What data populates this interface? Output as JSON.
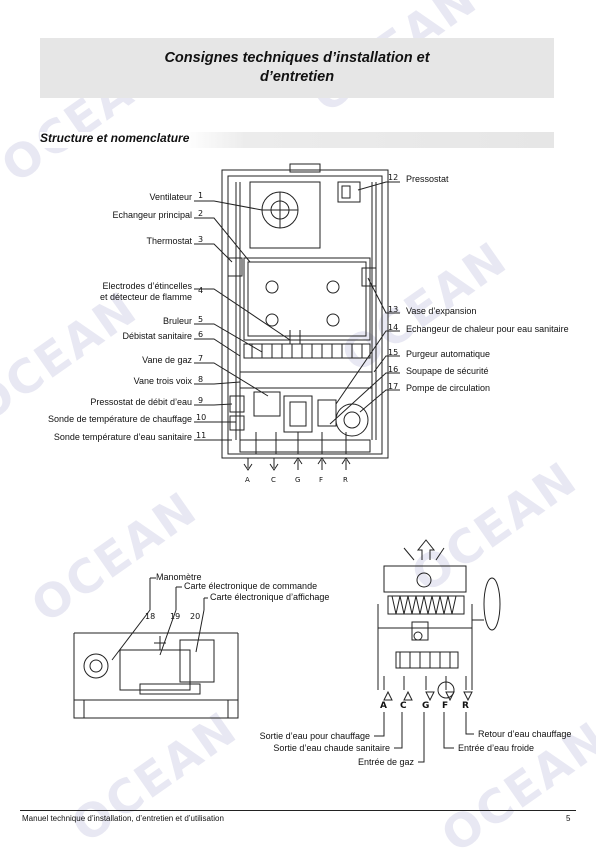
{
  "header": {
    "title_line1": "Consignes techniques d’installation et",
    "title_line2": "d’entretien"
  },
  "section": {
    "title": "Structure et nomenclature"
  },
  "watermark": {
    "text": "OCEAN"
  },
  "boiler": {
    "left_labels": [
      {
        "num": "1",
        "text": "Ventilateur"
      },
      {
        "num": "2",
        "text": "Echangeur principal"
      },
      {
        "num": "3",
        "text": "Thermostat"
      },
      {
        "num": "4",
        "text": "Electrodes d’étincelles"
      },
      {
        "num": "",
        "text": "et détecteur de flamme"
      },
      {
        "num": "5",
        "text": "Bruleur"
      },
      {
        "num": "6",
        "text": "Débistat sanitaire"
      },
      {
        "num": "7",
        "text": "Vane de gaz"
      },
      {
        "num": "8",
        "text": "Vane trois voix"
      },
      {
        "num": "9",
        "text": "Pressostat de débit d’eau"
      },
      {
        "num": "10",
        "text": "Sonde de température de chauffage"
      },
      {
        "num": "11",
        "text": "Sonde température d’eau sanitaire"
      }
    ],
    "right_labels": [
      {
        "num": "12",
        "text": "Pressostat"
      },
      {
        "num": "13",
        "text": "Vase d’expansion"
      },
      {
        "num": "14",
        "text": "Echangeur de chaleur pour eau sanitaire"
      },
      {
        "num": "15",
        "text": "Purgeur automatique"
      },
      {
        "num": "16",
        "text": "Soupape de sécurité"
      },
      {
        "num": "17",
        "text": "Pompe de circulation"
      }
    ],
    "pipes": [
      "A",
      "C",
      "G",
      "F",
      "R"
    ]
  },
  "panel": {
    "labels": [
      {
        "num": "18",
        "text": "Manomètre"
      },
      {
        "num": "19",
        "text": "Carte électronique de commande"
      },
      {
        "num": "20",
        "text": "Carte électronique d’affichage"
      }
    ]
  },
  "schematic": {
    "pipes": [
      "A",
      "C",
      "G",
      "F",
      "R"
    ],
    "labels": {
      "a": "Sortie d’eau pour chauffage",
      "c": "Sortie d’eau chaude sanitaire",
      "g": "Entrée de gaz",
      "f": "Entrée d’eau froide",
      "r": "Retour d’eau chauffage"
    }
  },
  "footer": {
    "text": "Manuel technique d’installation, d’entretien et d’utilisation",
    "page": "5"
  }
}
